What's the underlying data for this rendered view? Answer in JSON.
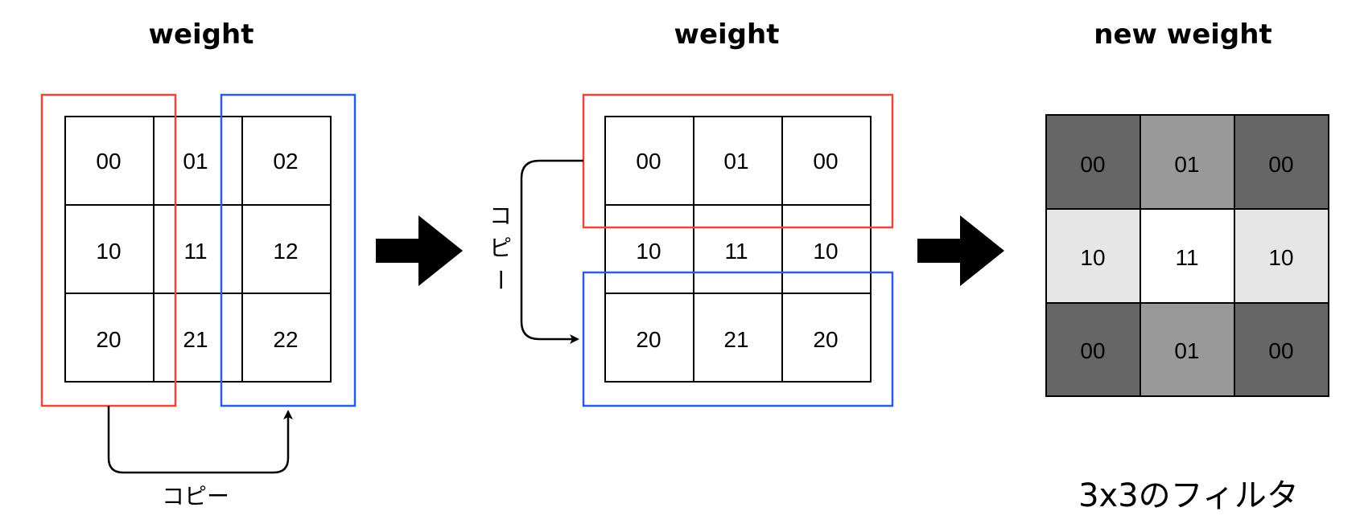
{
  "panel1": {
    "title": "weight",
    "cells": [
      [
        "00",
        "01",
        "02"
      ],
      [
        "10",
        "11",
        "12"
      ],
      [
        "20",
        "21",
        "22"
      ]
    ],
    "copy_label": "コピー"
  },
  "panel2": {
    "title": "weight",
    "cells": [
      [
        "00",
        "01",
        "00"
      ],
      [
        "10",
        "11",
        "10"
      ],
      [
        "20",
        "21",
        "20"
      ]
    ],
    "copy_label_chars": [
      "コ",
      "ピ",
      "ー"
    ]
  },
  "panel3": {
    "title": "new weight",
    "cells": [
      [
        "00",
        "01",
        "00"
      ],
      [
        "10",
        "11",
        "10"
      ],
      [
        "00",
        "01",
        "00"
      ]
    ],
    "cell_colors": [
      [
        "#666666",
        "#999999",
        "#666666"
      ],
      [
        "#e6e6e6",
        "#ffffff",
        "#e6e6e6"
      ],
      [
        "#666666",
        "#999999",
        "#666666"
      ]
    ],
    "caption": "3x3のフィルタ"
  },
  "colors": {
    "red_box": "#e8473c",
    "blue_box": "#2b5ce6",
    "grid_line": "#000000"
  }
}
